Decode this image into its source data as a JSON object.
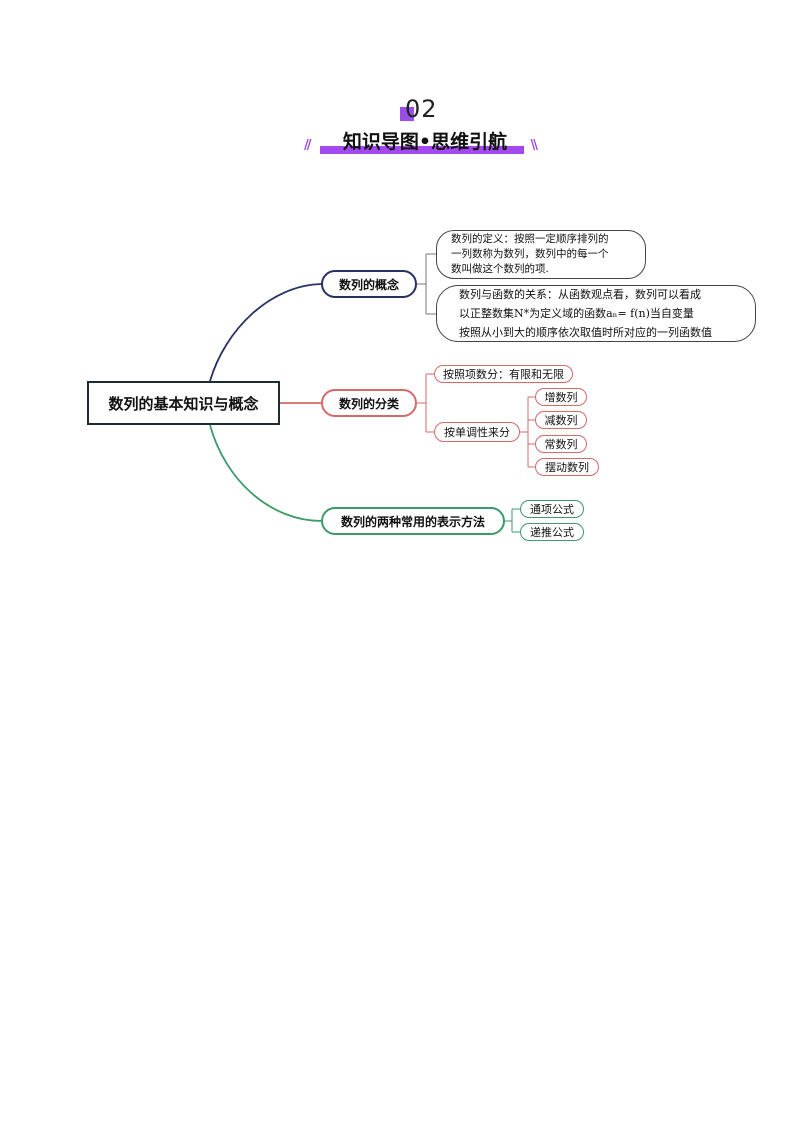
{
  "header": {
    "number": "02",
    "title": "知识导图•思维引航",
    "slash": "//",
    "slash_right": "\\\\"
  },
  "mindmap": {
    "root": "数列的基本知识与概念",
    "branches": [
      {
        "label": "数列的概念",
        "color": "#283063",
        "children": [
          {
            "lines": [
              "数列的定义：按照一定顺序排列的",
              "一列数称为数列，数列中的每一个",
              "数叫做这个数列的项."
            ]
          },
          {
            "lines": [
              "数列与函数的关系：从函数观点看，数列可以看成",
              "以正整数集N*为定义域的函数aₙ= f(n)当自变量",
              "按照从小到大的顺序依次取值时所对应的一列函数值"
            ]
          }
        ]
      },
      {
        "label": "数列的分类",
        "color": "#d46a6a",
        "children": [
          {
            "label": "按照项数分：有限和无限"
          },
          {
            "label": "按单调性来分",
            "children": [
              "增数列",
              "减数列",
              "常数列",
              "摆动数列"
            ]
          }
        ]
      },
      {
        "label": "数列的两种常用的表示方法",
        "color": "#3d9a6a",
        "children": [
          "通项公式",
          "递推公式"
        ]
      }
    ]
  }
}
